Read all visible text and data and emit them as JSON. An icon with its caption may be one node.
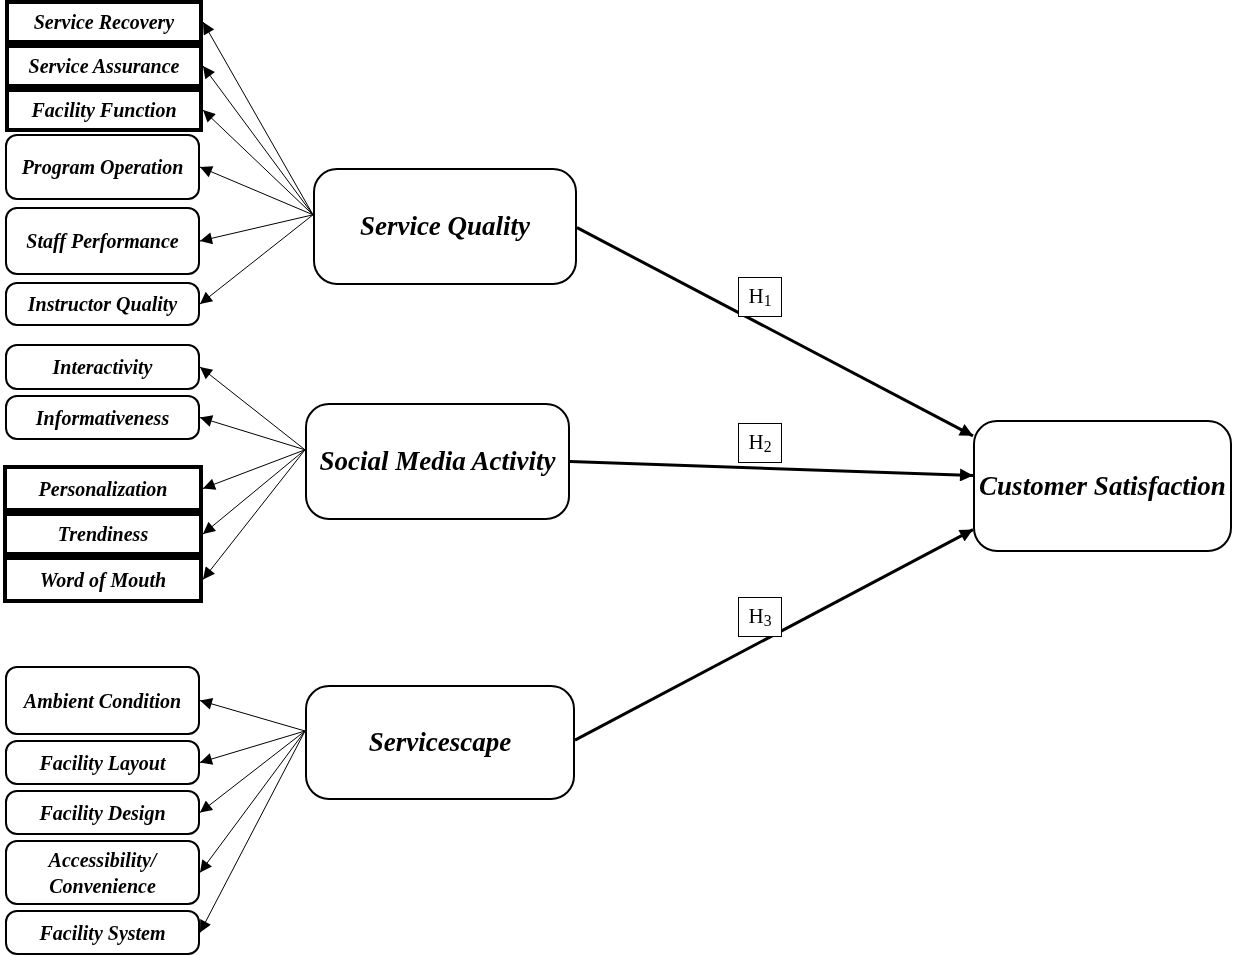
{
  "diagram": {
    "nodes": [
      {
        "text": [
          "Service Recovery"
        ]
      },
      {
        "text": [
          "Service Assurance"
        ]
      },
      {
        "text": [
          "Facility Function"
        ]
      },
      {
        "text": [
          "Program Operation"
        ]
      },
      {
        "text": [
          "Staff Performance"
        ]
      },
      {
        "text": [
          "Instructor Quality"
        ]
      },
      {
        "text": [
          "Service Quality"
        ]
      },
      {
        "text": [
          "Interactivity"
        ]
      },
      {
        "text": [
          "Informativeness"
        ]
      },
      {
        "text": [
          "Personalization"
        ]
      },
      {
        "text": [
          "Trendiness"
        ]
      },
      {
        "text": [
          "Word of Mouth"
        ]
      },
      {
        "text": [
          "Social Media Activity"
        ]
      },
      {
        "text": [
          "Ambient Condition"
        ]
      },
      {
        "text": [
          "Facility Layout"
        ]
      },
      {
        "text": [
          "Facility Design"
        ]
      },
      {
        "text": [
          "Accessibility/ Convenience"
        ]
      },
      {
        "text": [
          "Facility System"
        ]
      },
      {
        "text": [
          "Servicescape"
        ]
      },
      {
        "text": [
          "Customer Satisfaction"
        ]
      }
    ],
    "edges": [
      {
        "from": 6,
        "to": 0,
        "arrow": "to"
      },
      {
        "from": 6,
        "to": 1,
        "arrow": "to"
      },
      {
        "from": 6,
        "to": 2,
        "arrow": "to"
      },
      {
        "from": 6,
        "to": 3,
        "arrow": "to"
      },
      {
        "from": 6,
        "to": 4,
        "arrow": "to"
      },
      {
        "from": 6,
        "to": 5,
        "arrow": "to"
      },
      {
        "from": 12,
        "to": 7,
        "arrow": "to"
      },
      {
        "from": 12,
        "to": 8,
        "arrow": "to"
      },
      {
        "from": 12,
        "to": 9,
        "arrow": "to"
      },
      {
        "from": 12,
        "to": 10,
        "arrow": "to"
      },
      {
        "from": 12,
        "to": 11,
        "arrow": "to"
      },
      {
        "from": 18,
        "to": 13,
        "arrow": "to"
      },
      {
        "from": 18,
        "to": 14,
        "arrow": "to"
      },
      {
        "from": 18,
        "to": 15,
        "arrow": "to"
      },
      {
        "from": 18,
        "to": 16,
        "arrow": "to"
      },
      {
        "from": 18,
        "to": 17,
        "arrow": "to"
      },
      {
        "from": 6,
        "to": 19,
        "arrow": "to",
        "label": "H$_{1}$",
        "style": "thick"
      },
      {
        "from": 12,
        "to": 19,
        "arrow": "to",
        "label": "H$_{2}$",
        "style": "thick"
      },
      {
        "from": 18,
        "to": 19,
        "arrow": "to",
        "label": "H$_{3}$",
        "style": "thick"
      }
    ]
  }
}
